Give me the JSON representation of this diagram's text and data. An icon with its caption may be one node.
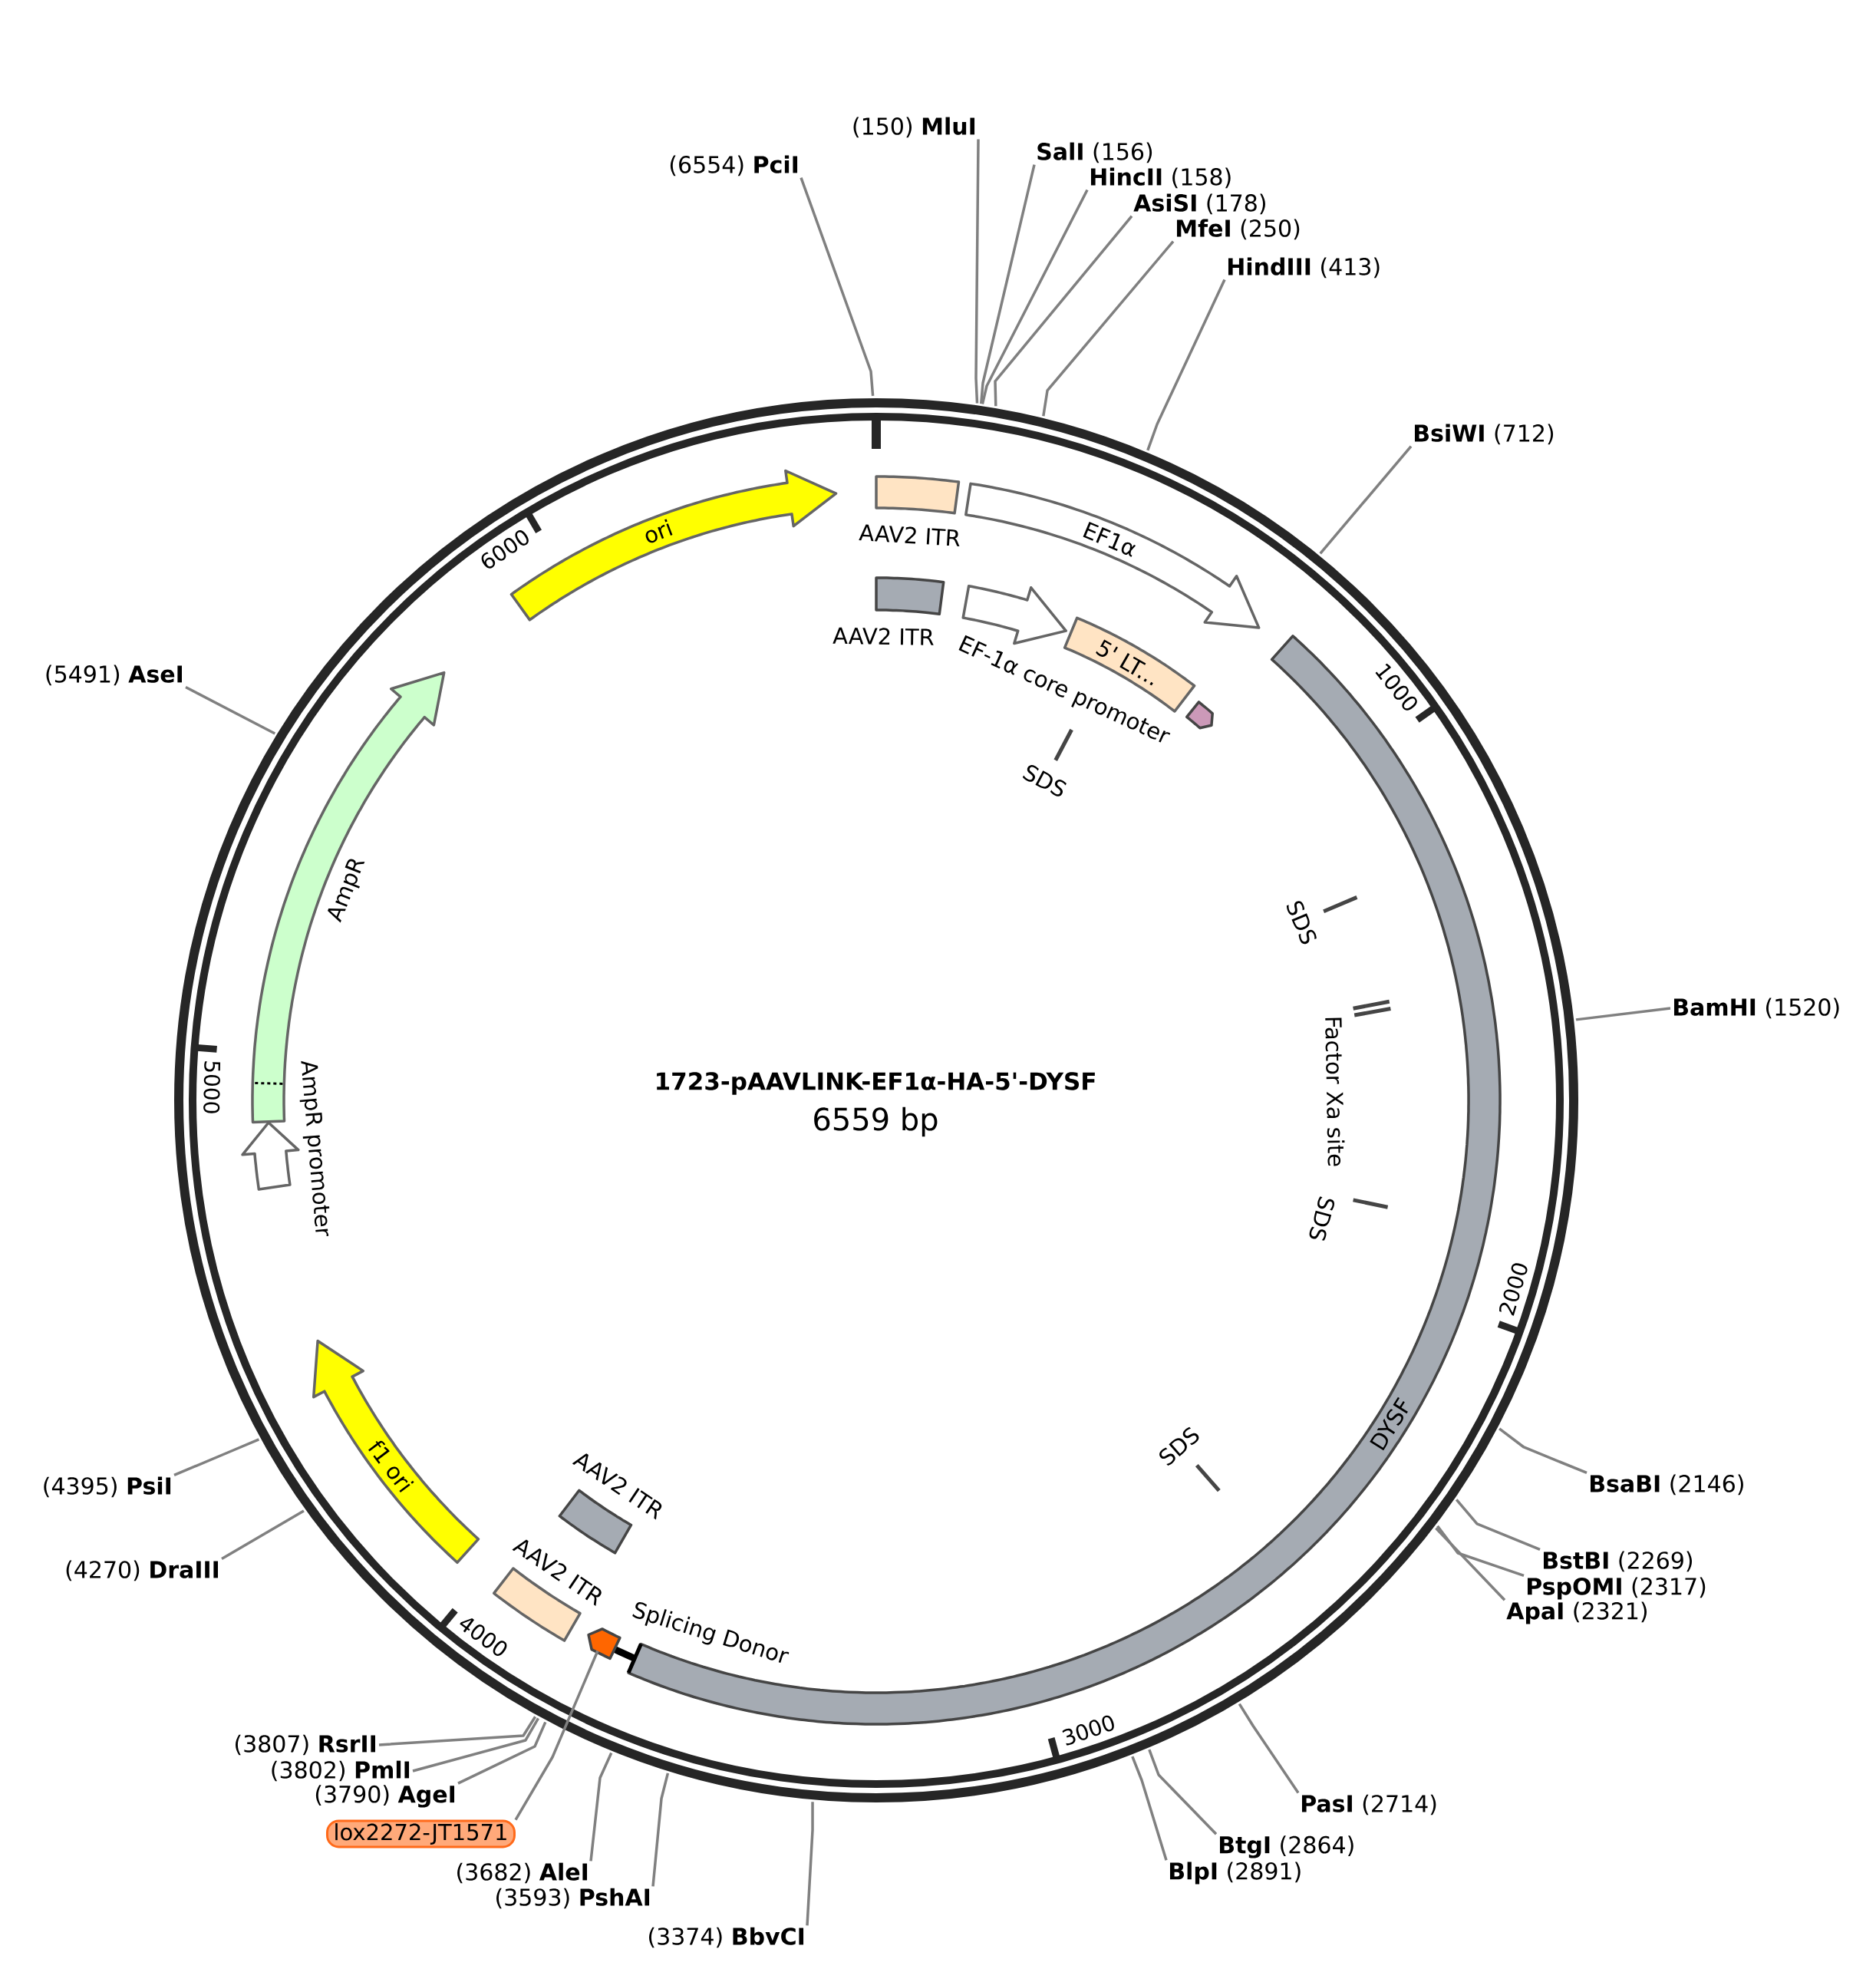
{
  "diagram": {
    "title": "1723-pAAVLINK-EF1α-HA-5'-DYSF",
    "nodes": [
      {
        "text": [
          "AAV2 ITR"
        ]
      },
      {
        "text": [
          "AAV2 ITR"
        ]
      },
      {
        "text": [
          "EF1α"
        ]
      },
      {
        "text": [
          "EF-1α core promoter"
        ]
      },
      {
        "text": [
          "5' LT..."
        ]
      },
      {
        "text": [],
        "shape": "arrow"
      },
      {
        "text": [
          "DYSF"
        ]
      },
      {
        "text": [
          "Splicing Donor"
        ]
      },
      {
        "text": [],
        "shape": "arrow"
      },
      {
        "text": [
          "AAV2 ITR"
        ]
      },
      {
        "text": [
          "AAV2 ITR"
        ]
      },
      {
        "text": [
          "f1 ori"
        ]
      },
      {
        "text": [
          "AmpR promoter"
        ]
      },
      {
        "text": [
          "AmpR"
        ]
      },
      {
        "text": [
          "ori"
        ]
      },
      {
        "text": [
          "lox2272-JT1571"
        ]
      },
      {
        "text": [
          "(150) **MluI**"
        ]
      },
      {
        "text": [
          "**SalI** (156)"
        ]
      },
      {
        "text": [
          "**HincII** (158)"
        ]
      },
      {
        "text": [
          "**AsiSI** (178)"
        ]
      },
      {
        "text": [
          "**MfeI** (250)"
        ]
      },
      {
        "text": [
          "**HindIII** (413)"
        ]
      },
      {
        "text": [
          "**BsiWI** (712)"
        ]
      },
      {
        "text": [
          "**BamHI** (1520)"
        ]
      },
      {
        "text": [
          "**BsaBI** (2146)"
        ]
      },
      {
        "text": [
          "**BstBI** (2269)"
        ]
      },
      {
        "text": [
          "**PspOMI** (2317)"
        ]
      },
      {
        "text": [
          "**ApaI** (2321)"
        ]
      },
      {
        "text": [
          "**PasI** (2714)"
        ]
      },
      {
        "text": [
          "**BtgI** (2864)"
        ]
      },
      {
        "text": [
          "**BlpI** (2891)"
        ]
      },
      {
        "text": [
          "(3374) **BbvCI**"
        ]
      },
      {
        "text": [
          "(3593) **PshAI**"
        ]
      },
      {
        "text": [
          "(3682) **AleI**"
        ]
      },
      {
        "text": [
          "(3790) **AgeI**"
        ]
      },
      {
        "text": [
          "(3802) **PmlI**"
        ]
      },
      {
        "text": [
          "(3807) **RsrII**"
        ]
      },
      {
        "text": [
          "(4270) **DraIII**"
        ]
      },
      {
        "text": [
          "(4395) **PsiI**"
        ]
      },
      {
        "text": [
          "(5491) **AseI**"
        ]
      },
      {
        "text": [
          "(6554) **PciI**"
        ]
      }
    ],
    "edges": [
      {
        "from": 15,
        "to": 8,
        "arrow": "none"
      },
      {
        "from": 16,
        "to": null,
        "arrow": "none"
      },
      {
        "from": 17,
        "to": null,
        "arrow": "none"
      },
      {
        "from": 18,
        "to": null,
        "arrow": "none"
      },
      {
        "from": 19,
        "to": null,
        "arrow": "none"
      },
      {
        "from": 20,
        "to": null,
        "arrow": "none"
      },
      {
        "from": 21,
        "to": null,
        "arrow": "none"
      },
      {
        "from": 22,
        "to": null,
        "arrow": "none"
      },
      {
        "from": 23,
        "to": null,
        "arrow": "none"
      },
      {
        "from": 24,
        "to": null,
        "arrow": "none"
      },
      {
        "from": 25,
        "to": null,
        "arrow": "none"
      },
      {
        "from": 26,
        "to": null,
        "arrow": "none"
      },
      {
        "from": 27,
        "to": null,
        "arrow": "none"
      },
      {
        "from": 28,
        "to": null,
        "arrow": "none"
      },
      {
        "from": 29,
        "to": null,
        "arrow": "none"
      },
      {
        "from": 30,
        "to": null,
        "arrow": "none"
      },
      {
        "from": 31,
        "to": null,
        "arrow": "none"
      },
      {
        "from": 32,
        "to": null,
        "arrow": "none"
      },
      {
        "from": 33,
        "to": null,
        "arrow": "none"
      },
      {
        "from": 34,
        "to": null,
        "arrow": "none"
      },
      {
        "from": 35,
        "to": null,
        "arrow": "none"
      },
      {
        "from": 36,
        "to": null,
        "arrow": "none"
      },
      {
        "from": 37,
        "to": null,
        "arrow": "none"
      },
      {
        "from": 38,
        "to": null,
        "arrow": "none"
      },
      {
        "from": 39,
        "to": null,
        "arrow": "none"
      },
      {
        "from": 40,
        "to": null,
        "arrow": "none"
      }
    ],
    "labels": [
      "6559 bp",
      "1000",
      "2000",
      "3000",
      "4000",
      "5000",
      "6000",
      "SDS",
      "SDS",
      "Factor Xa site",
      "SDS",
      "SDS"
    ]
  }
}
